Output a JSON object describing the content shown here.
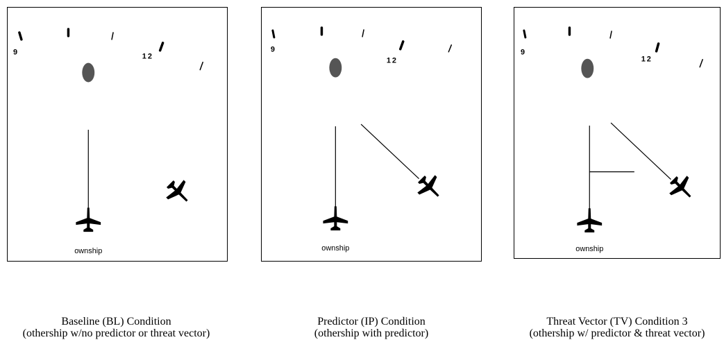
{
  "panels": [
    {
      "id": "bl",
      "ownship_label": "ownship",
      "marker_left": "9",
      "marker_right": "12",
      "caption_title": "Baseline (BL) Condition",
      "caption_sub": "(othership w/no predictor or threat vector)",
      "has_predictor": false,
      "has_threat_vector": false
    },
    {
      "id": "ip",
      "ownship_label": "ownship",
      "marker_left": "9",
      "marker_right": "12",
      "caption_title": "Predictor (IP) Condition",
      "caption_sub": "(othership with predictor)",
      "has_predictor": true,
      "has_threat_vector": false
    },
    {
      "id": "tv",
      "ownship_label": "ownship",
      "marker_left": "9",
      "marker_right": "12",
      "caption_title": "Threat Vector (TV) Condition 3",
      "caption_sub": "(othership w/ predictor & threat vector)",
      "has_predictor": true,
      "has_threat_vector": true
    }
  ],
  "icons": {
    "ownship": "aircraft-icon",
    "othership": "aircraft-icon",
    "weather": "weather-cell-icon"
  },
  "colors": {
    "line": "#000000",
    "weather_fill": "#555555",
    "background": "#ffffff"
  }
}
